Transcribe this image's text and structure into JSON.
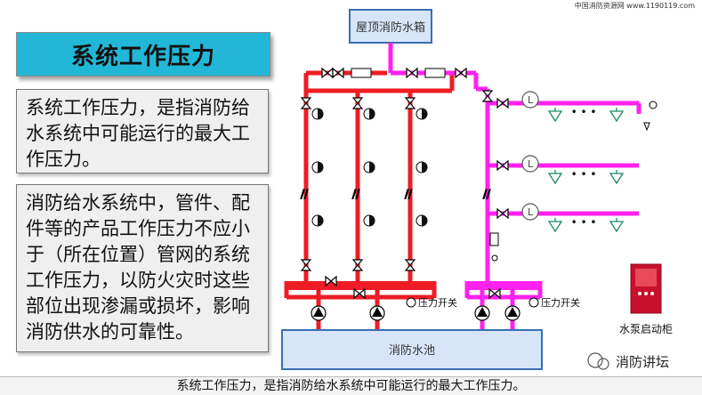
{
  "site_credit": "中国消防资源网 www.1190119.com",
  "slide": {
    "title": "系统工作压力",
    "definition": "系统工作压力，是指消防给水系统中可能运行的最大工作压力。",
    "requirement": "消防给水系统中，管件、配件等的产品工作压力不应小于（所在位置）管网的系统工作压力，以防火灾时这些部位出现渗漏或损坏，影响消防供水的可靠性。"
  },
  "diagram": {
    "roof_tank_label": "屋顶消防水箱",
    "pool_label": "消防水池",
    "pressure_switch_left": "压力开关",
    "pressure_switch_right": "压力开关",
    "cabinet_label": "水泵启动柜",
    "ellipsis": "• • •",
    "brand": "消防讲坛",
    "colors": {
      "hydrant_pipe": "#ee1c24",
      "sprinkler_pipe": "#ff22ee",
      "tank_fill": "#d6e6f8",
      "tank_border": "#3b6fb0",
      "cabinet": "#c8102e"
    }
  },
  "caption": "系统工作压力，是指消防给水系统中可能运行的最大工作压力。"
}
